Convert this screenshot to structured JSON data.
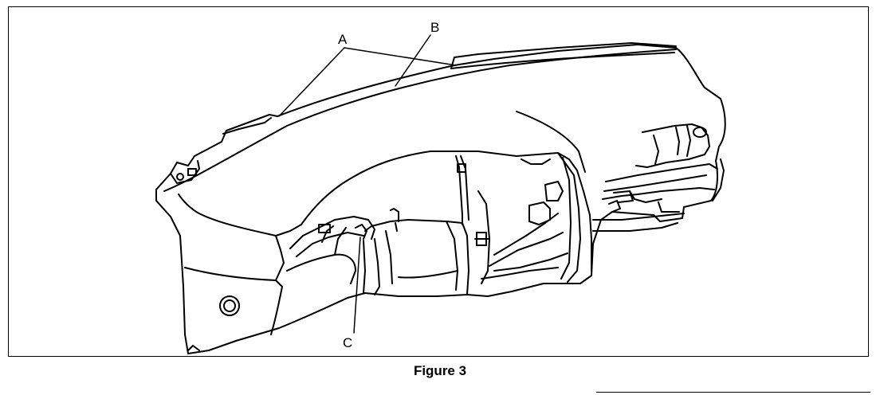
{
  "figure": {
    "caption": "Figure 3",
    "callouts": {
      "a": "A",
      "b": "B",
      "c": "C"
    }
  }
}
